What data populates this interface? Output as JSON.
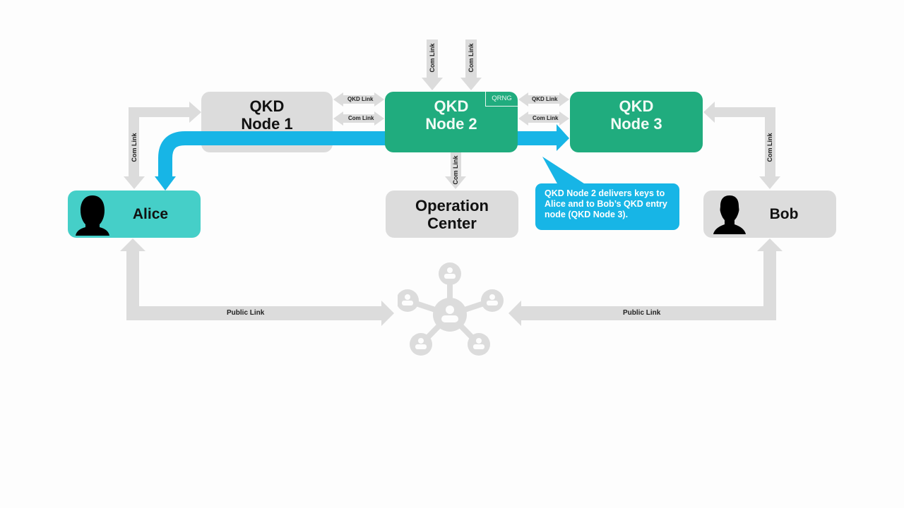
{
  "nodes": {
    "qkd_node_1": {
      "line1": "QKD",
      "line2": "Node 1"
    },
    "qkd_node_2": {
      "line1": "QKD",
      "line2": "Node 2",
      "badge": "QRNG"
    },
    "qkd_node_3": {
      "line1": "QKD",
      "line2": "Node 3"
    },
    "operation_center": {
      "line1": "Operation",
      "line2": "Center"
    },
    "alice": {
      "name": "Alice"
    },
    "bob": {
      "name": "Bob"
    }
  },
  "links": {
    "qkd_link": "QKD Link",
    "com_link": "Com Link",
    "public_link": "Public Link"
  },
  "callout": {
    "text": "QKD Node 2 delivers keys to Alice and to Bob’s QKD entry node (QKD Node 3)."
  },
  "icons": {
    "alice_avatar": "female-silhouette-icon",
    "bob_avatar": "male-silhouette-icon",
    "network": "user-network-icon"
  },
  "colors": {
    "qkd_green": "#20ac7e",
    "alice_teal": "#45cfc8",
    "key_delivery_blue": "#17b5e6",
    "neutral_gray": "#dcdcdc"
  }
}
